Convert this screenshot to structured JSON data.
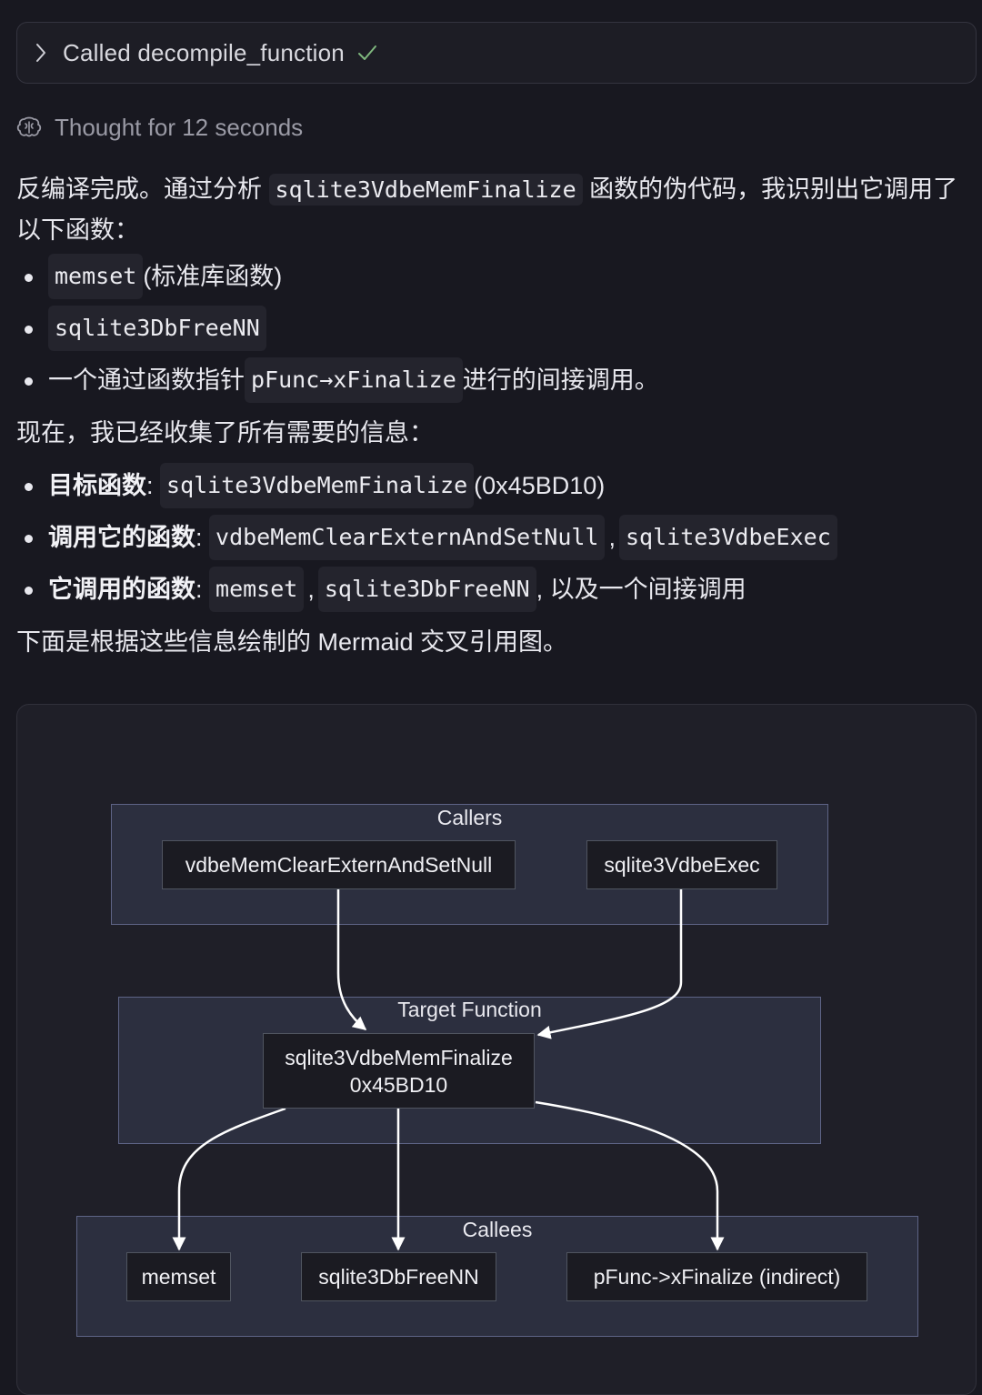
{
  "tool_call": {
    "label": "Called decompile_function",
    "expand_icon": "chevron-right-icon",
    "status_icon": "check-icon"
  },
  "thought": {
    "icon": "brain-icon",
    "text": "Thought for 12 seconds"
  },
  "message": {
    "intro_pre": "反编译完成。通过分析 ",
    "intro_code": "sqlite3VdbeMemFinalize",
    "intro_post": " 函数的伪代码，我识别出它调用了以下函数：",
    "callees_list": [
      {
        "code": "memset",
        "text": " (标准库函数)"
      },
      {
        "code": "sqlite3DbFreeNN",
        "text": ""
      },
      {
        "pre": "一个通过函数指针 ",
        "code": "pFunc→xFinalize",
        "text": " 进行的间接调用。"
      }
    ],
    "summary_intro": "现在，我已经收集了所有需要的信息：",
    "summary": {
      "target": {
        "label": "目标函数",
        "colon": ":",
        "code": "sqlite3VdbeMemFinalize",
        "suffix": " (0x45BD10)"
      },
      "callers": {
        "label": "调用它的函数",
        "colon": ":",
        "codes": [
          "vdbeMemClearExternAndSetNull",
          "sqlite3VdbeExec"
        ],
        "sep": ","
      },
      "callees": {
        "label": "它调用的函数",
        "colon": ":",
        "codes": [
          "memset",
          "sqlite3DbFreeNN"
        ],
        "sep": ",",
        "suffix": ", 以及一个间接调用"
      }
    },
    "closing": "下面是根据这些信息绘制的 Mermaid 交叉引用图。"
  },
  "diagram": {
    "subgraphs": {
      "callers": "Callers",
      "target": "Target Function",
      "callees": "Callees"
    },
    "nodes": {
      "caller_1": "vdbeMemClearExternAndSetNull",
      "caller_2": "sqlite3VdbeExec",
      "target_name": "sqlite3VdbeMemFinalize",
      "target_addr": "0x45BD10",
      "callee_1": "memset",
      "callee_2": "sqlite3DbFreeNN",
      "callee_3": "pFunc->xFinalize (indirect)"
    },
    "colors": {
      "subgraph_fill": "#2c2f3f",
      "subgraph_border": "#5e6486",
      "node_fill": "#1b1b22",
      "edge": "#ffffff"
    }
  }
}
